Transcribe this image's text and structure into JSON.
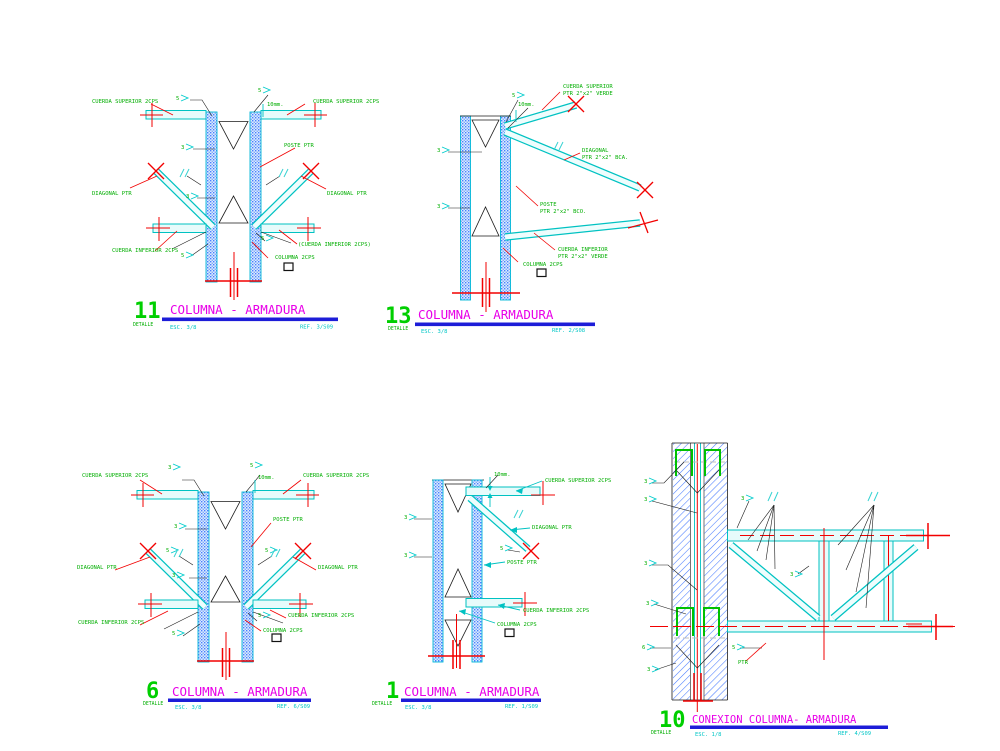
{
  "colors": {
    "member_cyan": "#00c2c2",
    "column_blue": "#4a7dff",
    "label_green": "#00ae00",
    "title_magenta": "#e800e8",
    "title_bar_blue": "#1d1dd8",
    "ref_cyan": "#00c6c6",
    "mark_red": "#f20000"
  },
  "weld": {
    "w3": "3",
    "w5": "5",
    "w6": "6"
  },
  "titles": {
    "d11": {
      "num": "11",
      "detalle": "DETALLE",
      "name": "COLUMNA  -  ARMADURA",
      "esc": "ESC. 3/8",
      "ref": "REF. 3/S09"
    },
    "d13": {
      "num": "13",
      "detalle": "DETALLE",
      "name": "COLUMNA  -  ARMADURA",
      "esc": "ESC. 3/8",
      "ref": "REF. 2/S08"
    },
    "d6": {
      "num": "6",
      "detalle": "DETALLE",
      "name": "COLUMNA  -  ARMADURA",
      "esc": "ESC. 3/8",
      "ref": "REF. 6/S09"
    },
    "d1": {
      "num": "1",
      "detalle": "DETALLE",
      "name": "COLUMNA  -  ARMADURA",
      "esc": "ESC. 3/8",
      "ref": "REF. 1/S09"
    },
    "d10": {
      "num": "10",
      "detalle": "DETALLE",
      "name": "CONEXION COLUMNA-  ARMADURA",
      "esc": "ESC. 1/8",
      "ref": "REF. 4/S09"
    }
  },
  "labels": {
    "d11": {
      "cuerda_sup_izq": "CUERDA SUPERIOR 2CPS",
      "cuerda_sup_der": "CUERDA SUPERIOR 2CPS",
      "mm": "10mm.",
      "poste": "POSTE PTR",
      "diagonal_izq": "DIAGONAL PTR",
      "diagonal_der": "DIAGONAL PTR",
      "cuerda_inf_izq": "CUERDA INFERIOR 2CPS",
      "cuerda_inf_der": "(CUERDA INFERIOR 2CPS)",
      "columna": "COLUMNA 2CPS"
    },
    "d13": {
      "cuerda_sup_1": "CUERDA SUPERIOR",
      "cuerda_sup_2": "PTR 2\"x2\" VERDE",
      "diagonal_1": "DIAGONAL",
      "diagonal_2": "PTR 2\"x2\" BCA.",
      "poste_1": "POSTE",
      "poste_2": "PTR 2\"x2\" BCO.",
      "cuerda_inf_1": "CUERDA INFERIOR",
      "cuerda_inf_2": "PTR 2\"x2\" VERDE",
      "columna": "COLUMNA 2CPS",
      "mm": "10mm."
    },
    "d6": {
      "cuerda_sup_izq": "CUERDA SUPERIOR 2CPS",
      "cuerda_sup_der": "CUERDA SUPERIOR 2CPS",
      "mm": "10mm.",
      "poste": "POSTE PTR",
      "diagonal_izq": "DIAGONAL PTR",
      "diagonal_der": "DIAGONAL PTR",
      "cuerda_inf_izq": "CUERDA INFERIOR 2CPS",
      "cuerda_inf_der": "CUERDA INFERIOR 2CPS",
      "columna": "COLUMNA 2CPS"
    },
    "d1": {
      "mm": "10mm.",
      "cuerda_sup": "CUERDA SUPERIOR 2CPS",
      "diagonal": "DIAGONAL PTR",
      "poste": "POSTE PTR",
      "cuerda_inf": "CUERDA INFERIOR 2CPS",
      "columna": "COLUMNA 2CPS"
    },
    "d10": {
      "ptr": "PTR"
    }
  }
}
